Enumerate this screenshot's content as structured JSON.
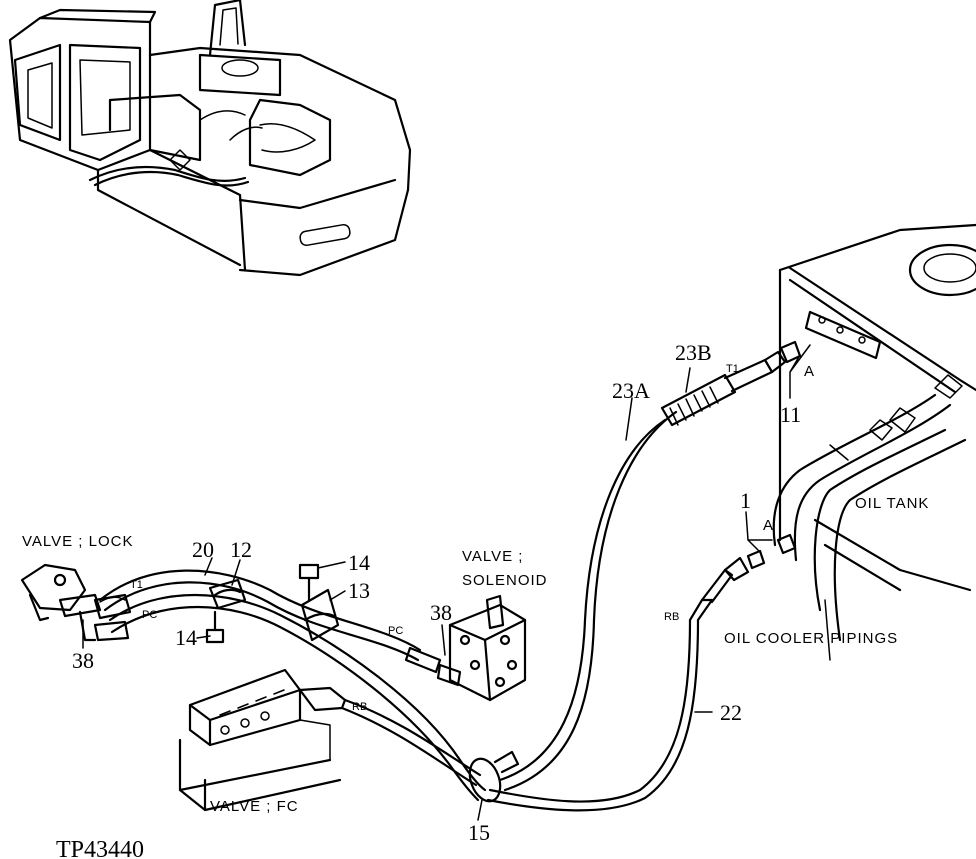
{
  "callouts": {
    "n1": "1",
    "n11": "11",
    "n12": "12",
    "n13": "13",
    "n14a": "14",
    "n14b": "14",
    "n15": "15",
    "n20": "20",
    "n22": "22",
    "n23a": "23A",
    "n23b": "23B",
    "n38a": "38",
    "n38b": "38"
  },
  "labels": {
    "valve_lock": "VALVE ; LOCK",
    "valve_solenoid_1": "VALVE ;",
    "valve_solenoid_2": "SOLENOID",
    "valve_fc": "VALVE ; FC",
    "oil_tank": "OIL TANK",
    "oil_cooler": "OIL COOLER PIPINGS"
  },
  "port_marks": {
    "t1_left": "T1",
    "pc_left": "PC",
    "pc_mid": "PC",
    "rb_mid": "RB",
    "rb_right": "RB",
    "t1_top": "T1",
    "a_top": "A",
    "a_low": "A"
  },
  "figure_code": "TP43440"
}
